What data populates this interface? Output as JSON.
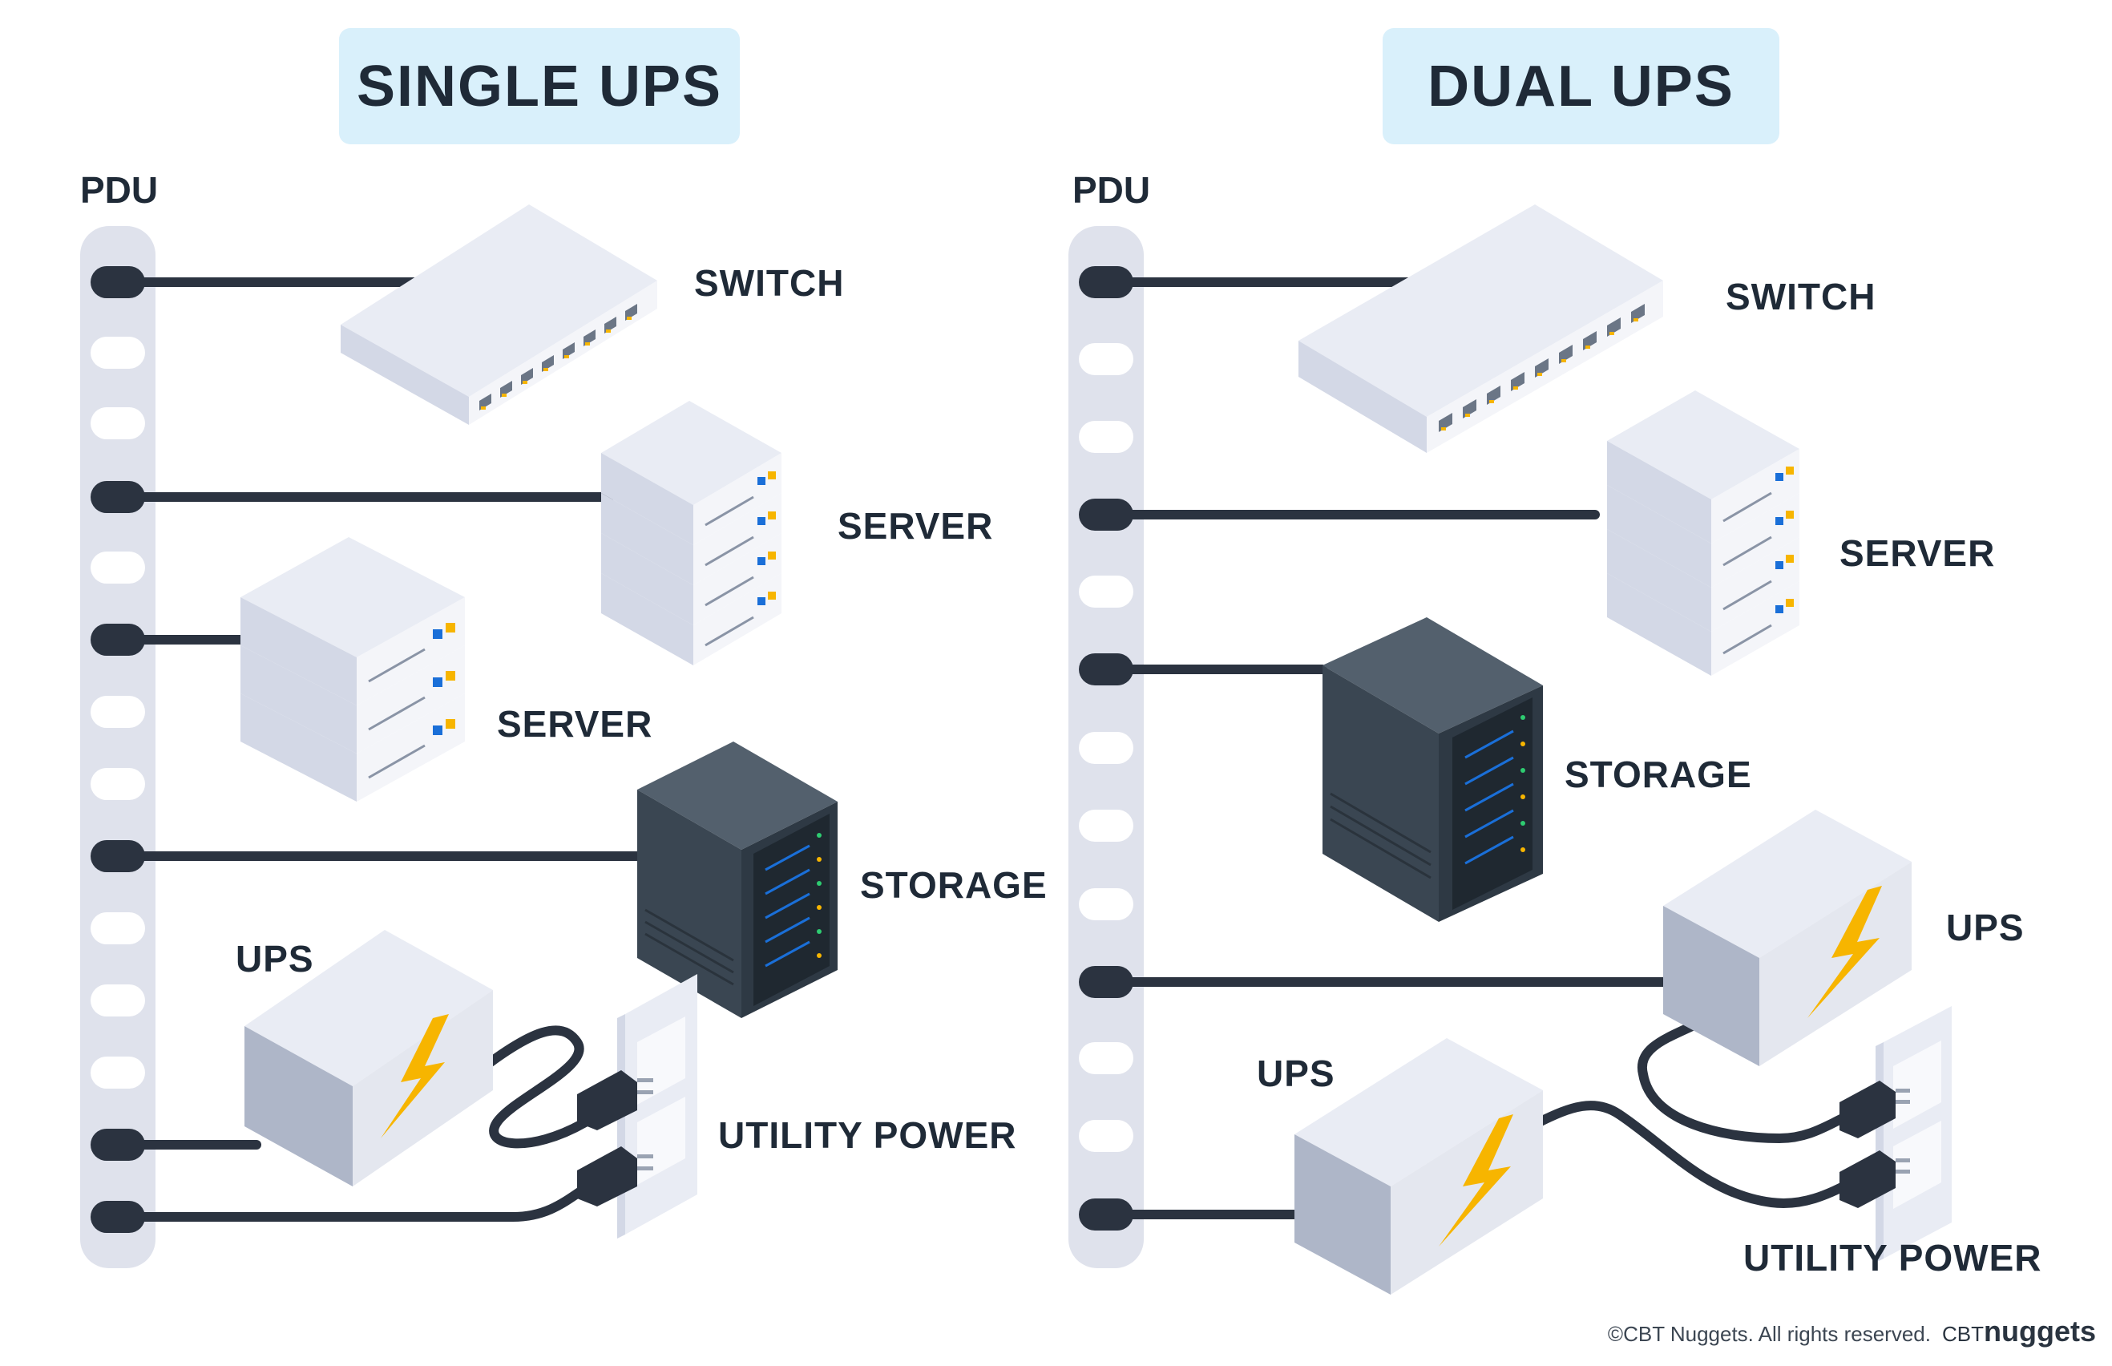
{
  "left_panel": {
    "title": "SINGLE UPS",
    "pdu_label": "PDU",
    "switch_label": "SWITCH",
    "server_top_label": "SERVER",
    "server_bottom_label": "SERVER",
    "storage_label": "STORAGE",
    "ups_label": "UPS",
    "utility_label": "UTILITY POWER"
  },
  "right_panel": {
    "title": "DUAL UPS",
    "pdu_label": "PDU",
    "switch_label": "SWITCH",
    "server_label": "SERVER",
    "storage_label": "STORAGE",
    "ups_top_label": "UPS",
    "ups_bottom_label": "UPS",
    "utility_label": "UTILITY POWER"
  },
  "footer": {
    "copyright": "©CBT Nuggets. All rights reserved.",
    "logo_prefix": "CBT",
    "logo_name": "nuggets"
  },
  "colors": {
    "title_bg": "#d9f0fb",
    "text": "#1f2a37",
    "pdu_strip": "#dfe2ec",
    "cable": "#2b3340",
    "device_top": "#e9ecf4",
    "device_left": "#d3d8e6",
    "device_right": "#f4f5f9",
    "storage_dark": "#3a4652",
    "bolt": "#f7b500"
  }
}
